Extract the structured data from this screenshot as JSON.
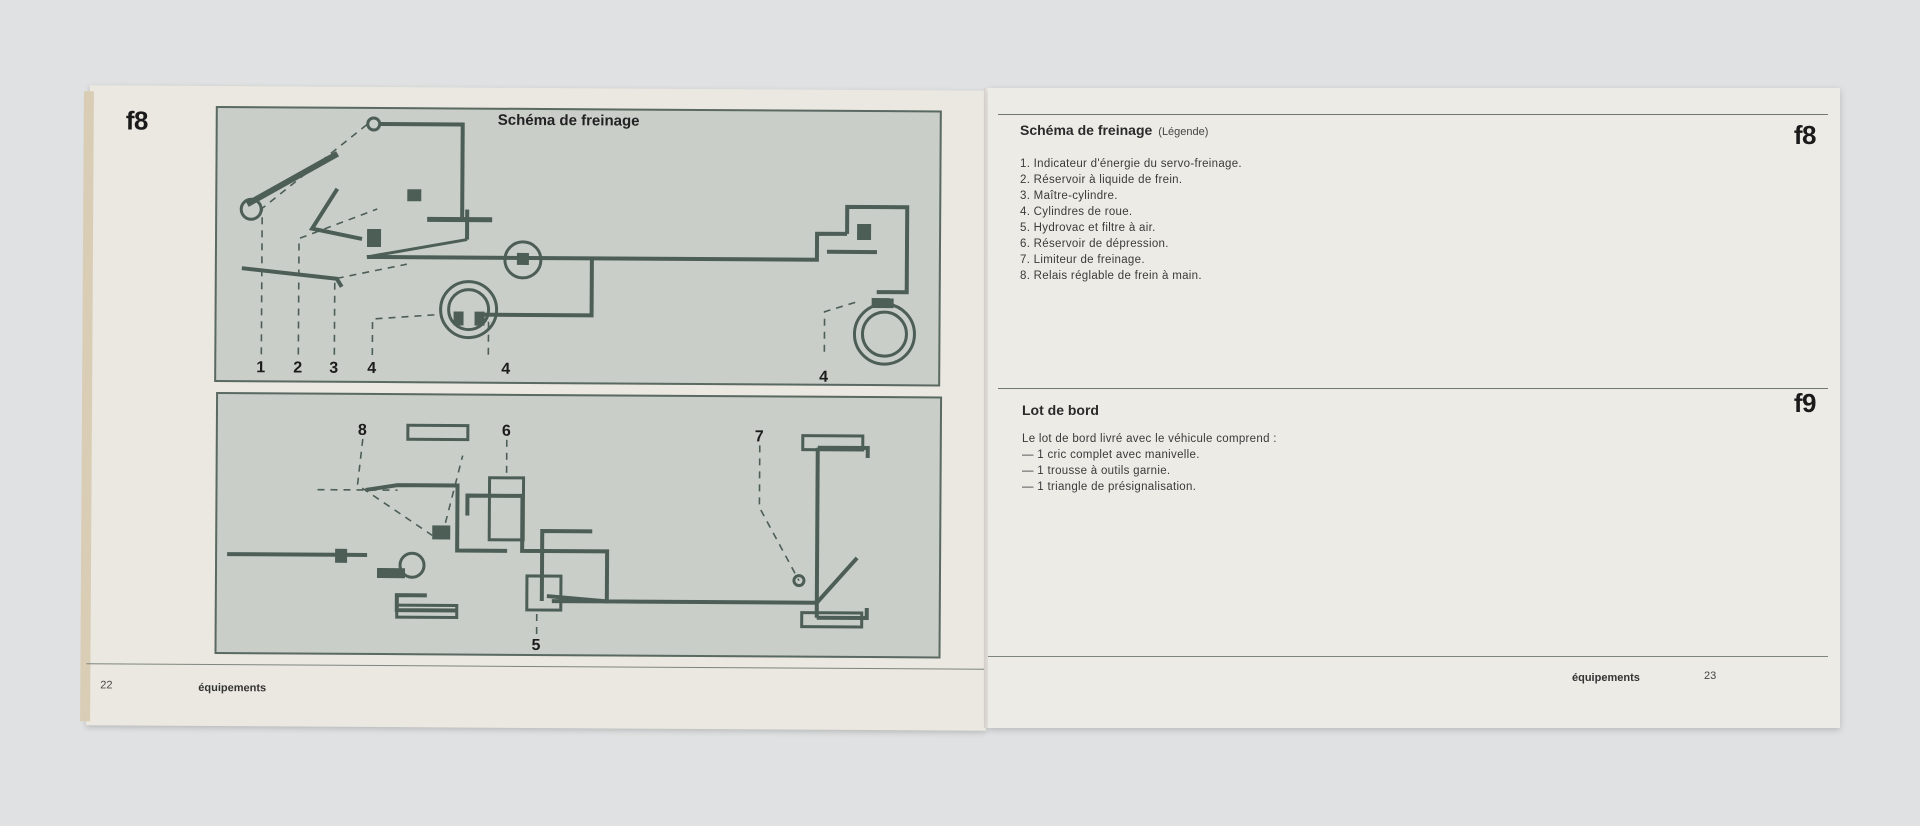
{
  "left_page": {
    "section_code": "f8",
    "diagram_title": "Schéma de freinage",
    "top_diagram_labels": [
      "1",
      "2",
      "3",
      "4",
      "4",
      "4"
    ],
    "bottom_diagram_labels": [
      "8",
      "6",
      "7",
      "5"
    ],
    "page_number": "22",
    "footer_label": "équipements"
  },
  "right_page": {
    "section_f8": {
      "code": "f8",
      "title": "Schéma de freinage",
      "subtitle": "(Légende)",
      "items": [
        "1. Indicateur d'énergie du servo-freinage.",
        "2. Réservoir à liquide de frein.",
        "3. Maître-cylindre.",
        "4. Cylindres de roue.",
        "5. Hydrovac et filtre à air.",
        "6. Réservoir de dépression.",
        "7. Limiteur de freinage.",
        "8. Relais réglable de frein à main."
      ]
    },
    "section_f9": {
      "code": "f9",
      "title": "Lot de bord",
      "intro": "Le lot de bord livré avec le véhicule comprend :",
      "items": [
        "— 1 cric complet avec manivelle.",
        "— 1 trousse à outils garnie.",
        "— 1 triangle de présignalisation."
      ]
    },
    "page_number": "23",
    "footer_label": "équipements"
  },
  "colors": {
    "background": "#dfe1e2",
    "paper": "#ece9e3",
    "diagram_fill": "#c9cec9",
    "diagram_line": "#4d5e57"
  }
}
